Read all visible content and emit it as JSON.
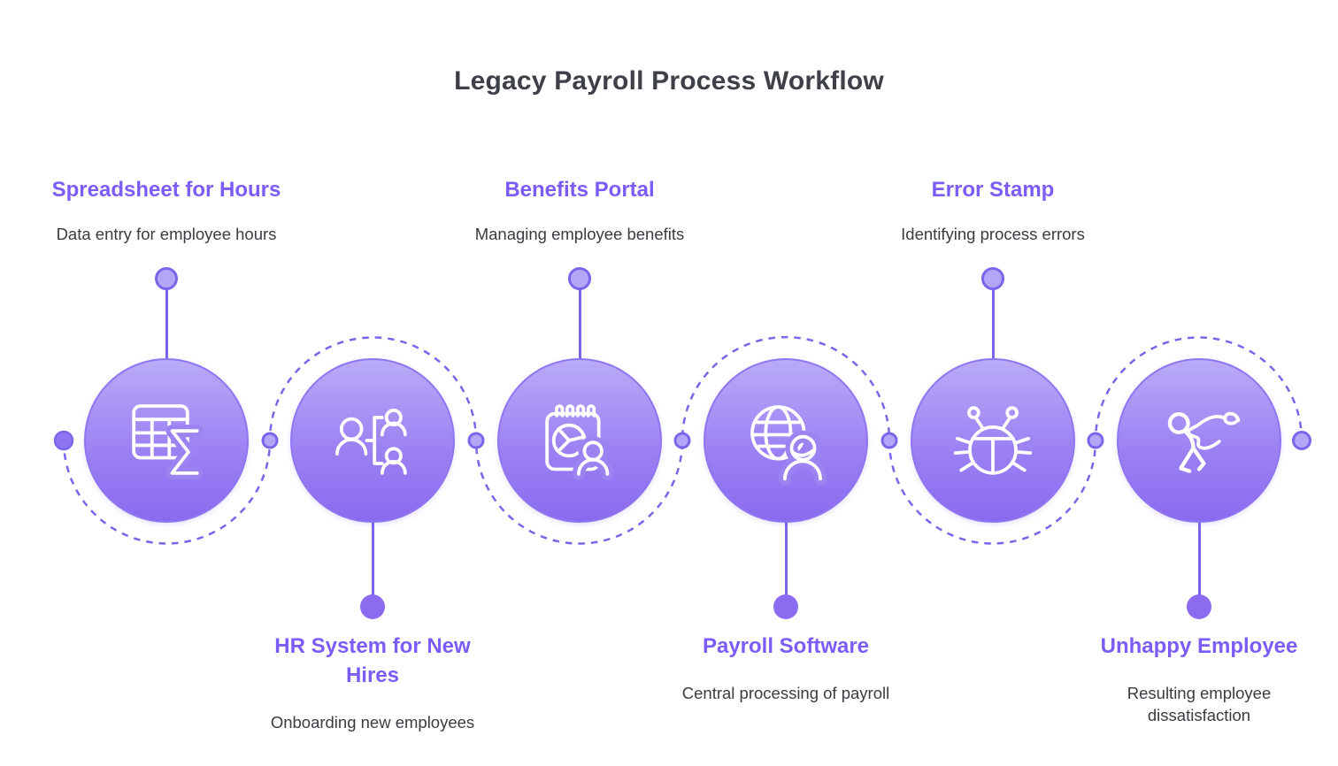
{
  "title": "Legacy Payroll Process Workflow",
  "steps": [
    {
      "title": "Spreadsheet for Hours",
      "description": "Data entry for employee hours",
      "icon": "spreadsheet-sigma-icon",
      "label_position": "top"
    },
    {
      "title": "HR System for New Hires",
      "description": "Onboarding new employees",
      "icon": "org-chart-icon",
      "label_position": "bottom"
    },
    {
      "title": "Benefits Portal",
      "description": "Managing employee benefits",
      "icon": "benefits-calendar-icon",
      "label_position": "top"
    },
    {
      "title": "Payroll Software",
      "description": "Central processing of payroll",
      "icon": "globe-user-icon",
      "label_position": "bottom"
    },
    {
      "title": "Error Stamp",
      "description": "Identifying process errors",
      "icon": "bug-icon",
      "label_position": "top"
    },
    {
      "title": "Unhappy Employee",
      "description": "Resulting employee dissatisfaction",
      "icon": "unhappy-person-icon",
      "label_position": "bottom"
    }
  ],
  "colors": {
    "accent_purple": "#7c5cf7",
    "circle_gradient_top": "#b9abf7",
    "circle_gradient_bottom": "#8a6af0",
    "connector_purple": "#7c64ec",
    "title_gray": "#3d4046",
    "description_gray": "#3b3b41",
    "background": "#ffffff"
  }
}
